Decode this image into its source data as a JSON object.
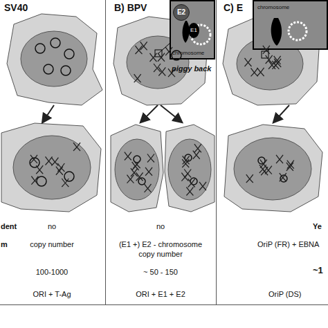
{
  "diagram": {
    "nodes": [
      {
        "text": [
          "SV40"
        ]
      },
      {
        "text": [
          "B) BPV"
        ]
      },
      {
        "text": [
          "C) E"
        ]
      },
      {
        "text": [
          "chromosome"
        ],
        "in": 1
      },
      {
        "text": [
          "E2"
        ],
        "in": 3
      },
      {
        "text": [
          "E1"
        ],
        "in": 3
      },
      {
        "text": [
          "chromosome"
        ],
        "in": 2
      }
    ],
    "labels": [
      "piggy back",
      "dent",
      "no",
      "no",
      "Ye",
      "m",
      "copy number",
      "(E1 +) E2 - chromosome copy number",
      "OriP (FR) + EBNA",
      "100-1000",
      "~ 50 - 150",
      "~1",
      "ORI + T-Ag",
      "ORI + E1 + E2",
      "OriP (DS)"
    ]
  }
}
